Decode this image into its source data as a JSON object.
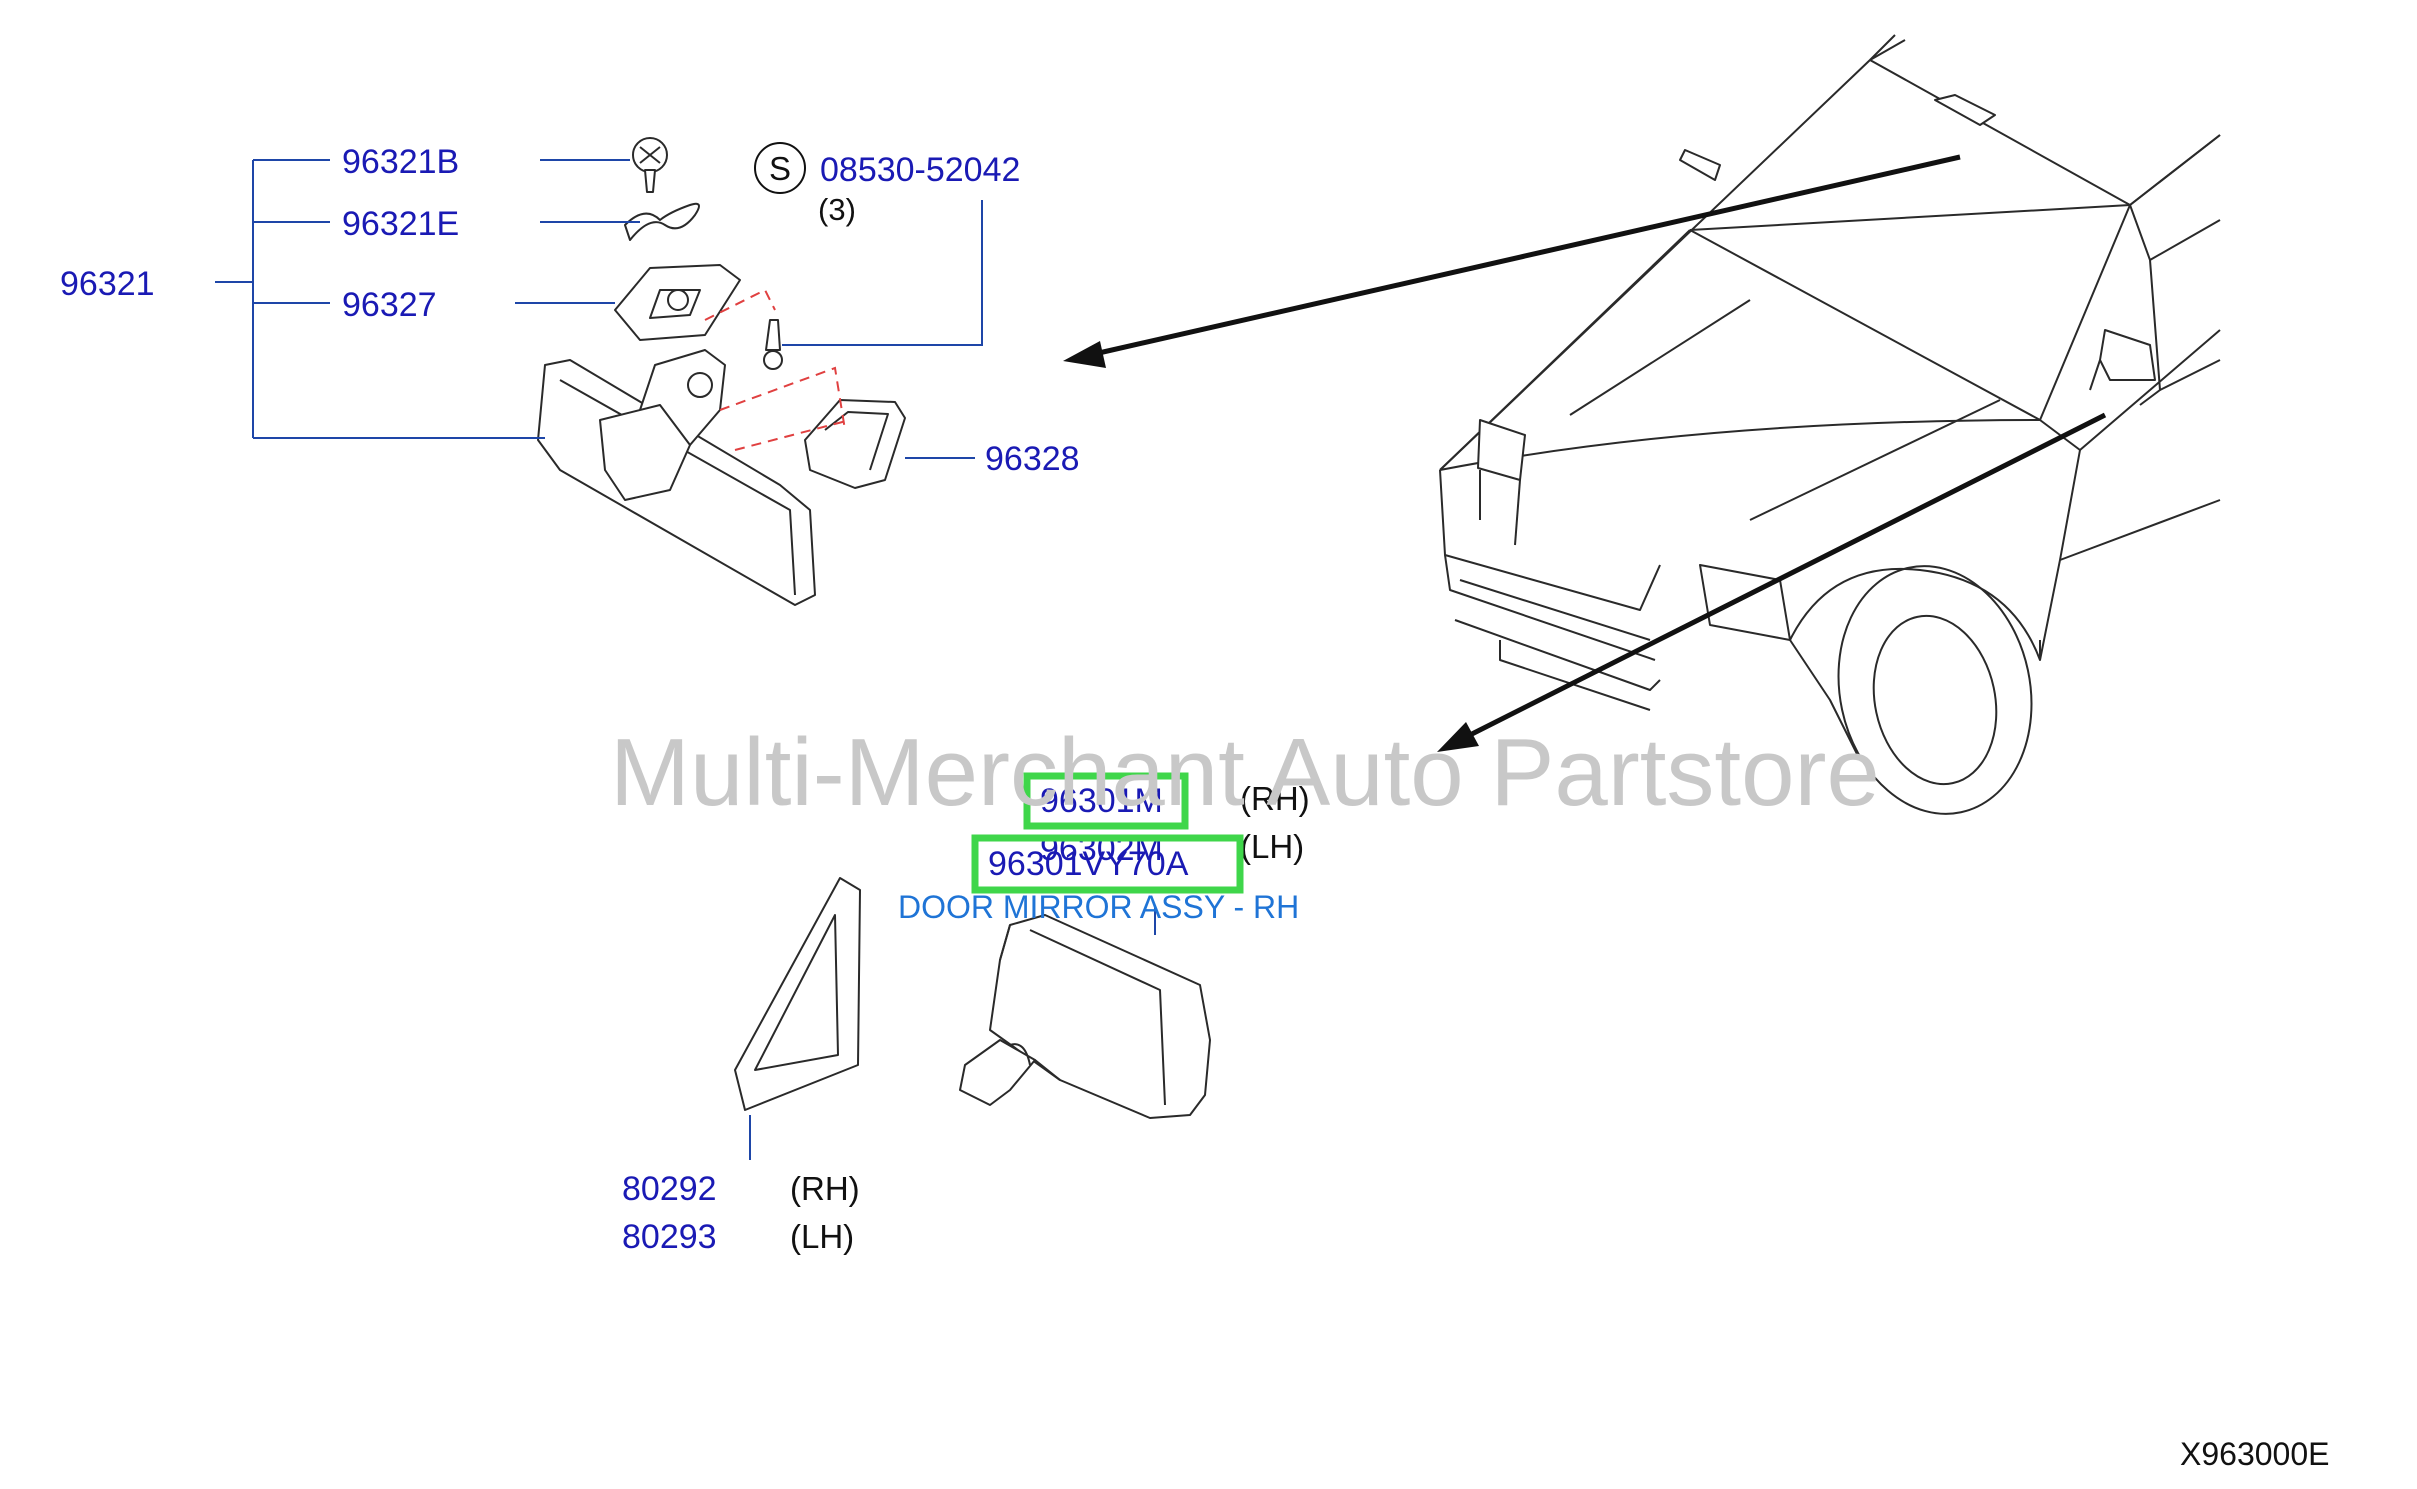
{
  "labels": {
    "p96321": "96321",
    "p96321b": "96321B",
    "p96321e": "96321E",
    "p96327": "96327",
    "p96328": "96328",
    "screw_symbol": "S",
    "screw_part": "08530-52042",
    "screw_qty": "(3)",
    "p96301m": "96301M",
    "p96302m": "96302M",
    "p96301_rh": "(RH)",
    "p96302_lh": "(LH)",
    "highlight_part": "96301VY70A",
    "highlight_desc": "DOOR MIRROR ASSY - RH",
    "p80292": "80292",
    "p80293": "80293",
    "p80292_rh": "(RH)",
    "p80293_lh": "(LH)"
  },
  "watermark": "Multi-Merchant Auto Partstore",
  "diagram_code": "X963000E",
  "colors": {
    "part_number": "#1a1ab4",
    "highlight_border": "#3fd64a",
    "description": "#1f74d6",
    "watermark": "#c8c8c8",
    "assembly_marker": "#e04040"
  }
}
